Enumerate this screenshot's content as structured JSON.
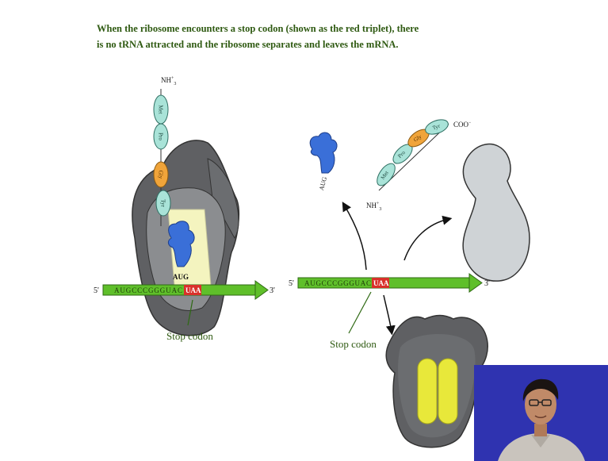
{
  "caption": {
    "line1": "When the ribosome encounters a stop codon (shown as the red triplet), there",
    "line2": "is no tRNA attracted and the ribosome separates and leaves the mRNA."
  },
  "left": {
    "nh3": "NH",
    "nh3_sup": "+",
    "nh3_sub": "3",
    "chain": [
      "Met",
      "Pro",
      "Gly",
      "Tyr"
    ],
    "anticodon": "AUG",
    "mrna_seq": "AUGCCCGGGUAC",
    "stop": "UAA",
    "five": "5'",
    "three": "3'",
    "stop_label": "Stop codon"
  },
  "right": {
    "trna_label": "AUG",
    "chain": [
      "Met",
      "Pro",
      "Gly",
      "Tyr"
    ],
    "coo": "COO",
    "coo_sup": "−",
    "nh3": "NH",
    "nh3_sup": "+",
    "nh3_sub": "3",
    "mrna_seq": "AUGCCCGGGUAC",
    "stop": "UAA",
    "five": "5'",
    "three": "3'",
    "stop_label": "Stop codon"
  },
  "colors": {
    "mrna": "#5fbf2a",
    "stop": "#d9302a",
    "ribosome_dark": "#5f6063",
    "ribosome_light": "#8b8d90",
    "subunit_gray": "#cfd3d6",
    "highlight": "#f4f4bf",
    "trna": "#3a6fd8",
    "amino_cyan": "#a9e3d8",
    "amino_orange": "#f0a43a",
    "webcam_bg": "#2a2ea8"
  }
}
